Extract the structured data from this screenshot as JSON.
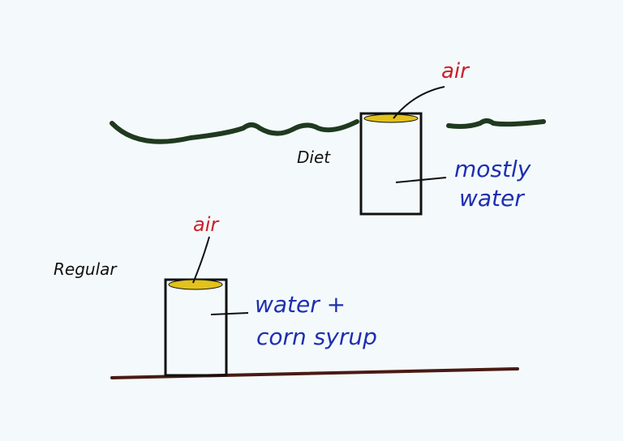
{
  "labels": {
    "diet": "Diet",
    "diet_air": "air",
    "diet_contents_line1": "mostly",
    "diet_contents_line2": "water",
    "regular": "Regular",
    "regular_air": "air",
    "regular_contents_line1": "water +",
    "regular_contents_line2": "corn syrup"
  },
  "colors": {
    "background": "#f4fafb",
    "water_surface": "#1f3a1f",
    "table": "#4a1a14",
    "can_outline": "#111111",
    "air_fill": "#e2c21b",
    "air_label": "#cc1f2a",
    "contents_label": "#1e2fb0",
    "can_label": "#111111"
  }
}
